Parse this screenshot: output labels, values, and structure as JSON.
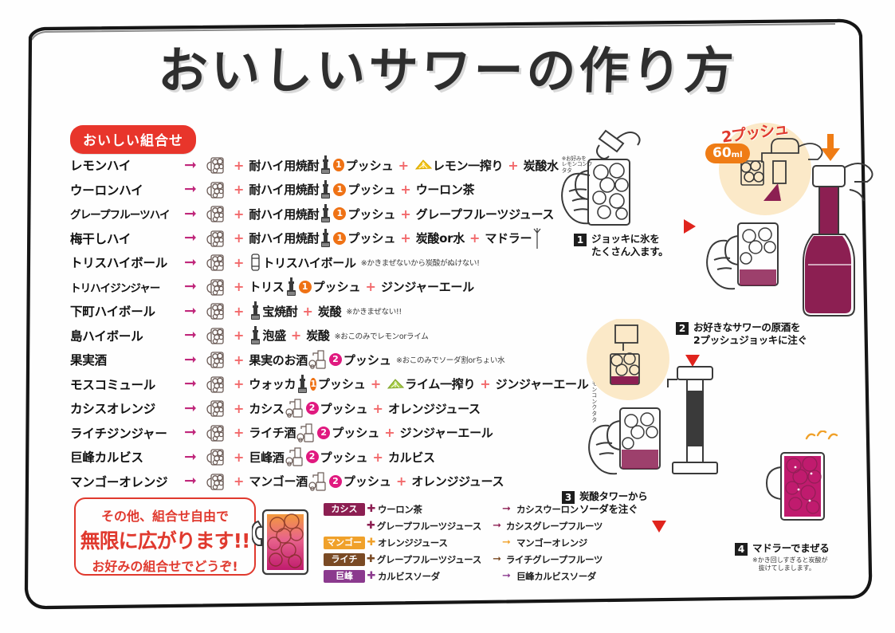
{
  "poster": {
    "title": "おいしいサワーの作り方",
    "section_badge": "おいしい組合せ"
  },
  "recipes": [
    {
      "name": "レモンハイ",
      "base": "耐ハイ用焼酎",
      "push": "1",
      "push_word": "プッシュ",
      "mixers": [
        "レモン一搾り",
        "炭酸水"
      ],
      "note": "",
      "note_small": "※お好みを レモンコンクタタ",
      "has_lemon": true,
      "has_lime": false,
      "has_stir": false,
      "icon": "bottle",
      "name_small": false
    },
    {
      "name": "ウーロンハイ",
      "base": "耐ハイ用焼酎",
      "push": "1",
      "push_word": "プッシュ",
      "mixers": [
        "ウーロン茶"
      ],
      "note": "",
      "note_small": "",
      "has_lemon": false,
      "has_lime": false,
      "has_stir": false,
      "icon": "bottle",
      "name_small": false
    },
    {
      "name": "グレープフルーツハイ",
      "base": "耐ハイ用焼酎",
      "push": "1",
      "push_word": "プッシュ",
      "mixers": [
        "グレープフルーツジュース"
      ],
      "note": "",
      "note_small": "",
      "has_lemon": false,
      "has_lime": false,
      "has_stir": false,
      "icon": "bottle",
      "name_small": true
    },
    {
      "name": "梅干しハイ",
      "base": "耐ハイ用焼酎",
      "push": "1",
      "push_word": "プッシュ",
      "mixers": [
        "炭酸or水",
        "マドラー"
      ],
      "note": "",
      "note_small": "",
      "has_lemon": false,
      "has_lime": false,
      "has_stir": true,
      "icon": "bottle",
      "name_small": false
    },
    {
      "name": "トリスハイボール",
      "base": "トリスハイボール",
      "push": "",
      "push_word": "",
      "mixers": [],
      "note": "※かきまぜないから炭酸がぬけない!",
      "note_small": "",
      "has_lemon": false,
      "has_lime": false,
      "has_stir": false,
      "icon": "can",
      "name_small": false
    },
    {
      "name": "トリハイジンジャー",
      "base": "トリス",
      "push": "1",
      "push_word": "プッシュ",
      "mixers": [
        "ジンジャーエール"
      ],
      "note": "",
      "note_small": "",
      "has_lemon": false,
      "has_lime": false,
      "has_stir": false,
      "icon": "bottle-after",
      "name_small": true
    },
    {
      "name": "下町ハイボール",
      "base": "宝焼酎",
      "push": "",
      "push_word": "",
      "mixers": [
        "炭酸"
      ],
      "note": "※かきまぜない!!",
      "note_small": "",
      "has_lemon": false,
      "has_lime": false,
      "has_stir": false,
      "icon": "bottle",
      "name_small": false
    },
    {
      "name": "島ハイボール",
      "base": "泡盛",
      "push": "",
      "push_word": "",
      "mixers": [
        "炭酸"
      ],
      "note": "※おこのみでレモンorライム",
      "note_small": "",
      "has_lemon": false,
      "has_lime": false,
      "has_stir": false,
      "icon": "bottle",
      "name_small": false
    },
    {
      "name": "果実酒",
      "base": "果実のお酒",
      "push": "2",
      "push_word": "プッシュ",
      "mixers": [],
      "note": "※おこのみでソーダ割orちょい水",
      "note_small": "",
      "has_lemon": false,
      "has_lime": false,
      "has_stir": false,
      "icon": "dispenser-after",
      "name_small": false
    },
    {
      "name": "モスコミュール",
      "base": "ウォッカ",
      "push": "1",
      "push_word": "プッシュ",
      "mixers": [
        "ライム一搾り",
        "ジンジャーエール"
      ],
      "note": "",
      "note_small": "※お好みを レモンコンクタタ",
      "has_lemon": false,
      "has_lime": true,
      "has_stir": false,
      "icon": "bottle-after",
      "name_small": false
    },
    {
      "name": "カシスオレンジ",
      "base": "カシス",
      "push": "2",
      "push_word": "プッシュ",
      "mixers": [
        "オレンジジュース"
      ],
      "note": "",
      "note_small": "",
      "has_lemon": false,
      "has_lime": false,
      "has_stir": false,
      "icon": "dispenser-after",
      "name_small": false
    },
    {
      "name": "ライチジンジャー",
      "base": "ライチ酒",
      "push": "2",
      "push_word": "プッシュ",
      "mixers": [
        "ジンジャーエール"
      ],
      "note": "",
      "note_small": "",
      "has_lemon": false,
      "has_lime": false,
      "has_stir": false,
      "icon": "dispenser-after",
      "name_small": false
    },
    {
      "name": "巨峰カルビス",
      "base": "巨峰酒",
      "push": "2",
      "push_word": "プッシュ",
      "mixers": [
        "カルビス"
      ],
      "note": "",
      "note_small": "",
      "has_lemon": false,
      "has_lime": false,
      "has_stir": false,
      "icon": "dispenser-after",
      "name_small": false
    },
    {
      "name": "マンゴーオレンジ",
      "base": "マンゴー酒",
      "push": "2",
      "push_word": "プッシュ",
      "mixers": [
        "オレンジジュース"
      ],
      "note": "",
      "note_small": "",
      "has_lemon": false,
      "has_lime": false,
      "has_stir": false,
      "icon": "dispenser-after",
      "name_small": false
    }
  ],
  "red_callout": {
    "line1": "その他、組合せ自由で",
    "line2": "無限に広がります!!",
    "line3": "お好みの組合せでどうぞ!"
  },
  "combos": [
    {
      "badge": "カシス",
      "badge_color": "#8c1f52",
      "mixer": "ウーロン茶",
      "result": "カシスウーロン",
      "show_badge": true
    },
    {
      "badge": "",
      "badge_color": "#8c1f52",
      "mixer": "グレープフルーツジュース",
      "result": "カシスグレープフルーツ",
      "show_badge": false
    },
    {
      "badge": "マンゴー",
      "badge_color": "#f0a12a",
      "mixer": "オレンジジュース",
      "result": "マンゴーオレンジ",
      "show_badge": true
    },
    {
      "badge": "ライチ",
      "badge_color": "#7a4a24",
      "mixer": "グレープフルーツジュース",
      "result": "ライチグレープフルーツ",
      "show_badge": true
    },
    {
      "badge": "巨峰",
      "badge_color": "#8b3a8e",
      "mixer": "カルビスソーダ",
      "result": "巨峰カルビスソーダ",
      "show_badge": true
    }
  ],
  "steps": [
    {
      "num": "1",
      "text": "ジョッキに氷を\nたくさん入ます。",
      "sub": ""
    },
    {
      "num": "2",
      "text": "お好きなサワーの原酒を\n2プッシュジョッキに注ぐ",
      "sub": ""
    },
    {
      "num": "3",
      "text": "炭酸タワーから\nソーダを注ぐ",
      "sub": ""
    },
    {
      "num": "4",
      "text": "マドラーでまぜる",
      "sub": "※かき回しすぎると炭酸が\n抜けてしまします。"
    }
  ],
  "callouts": {
    "push2": "2プッシュ",
    "volume": "60",
    "volume_unit": "ml"
  },
  "colors": {
    "red": "#e8352b",
    "orange": "#ef7215",
    "magenta": "#e0197f",
    "pink_plus": "#f2696b",
    "wine": "#8c1f52"
  }
}
